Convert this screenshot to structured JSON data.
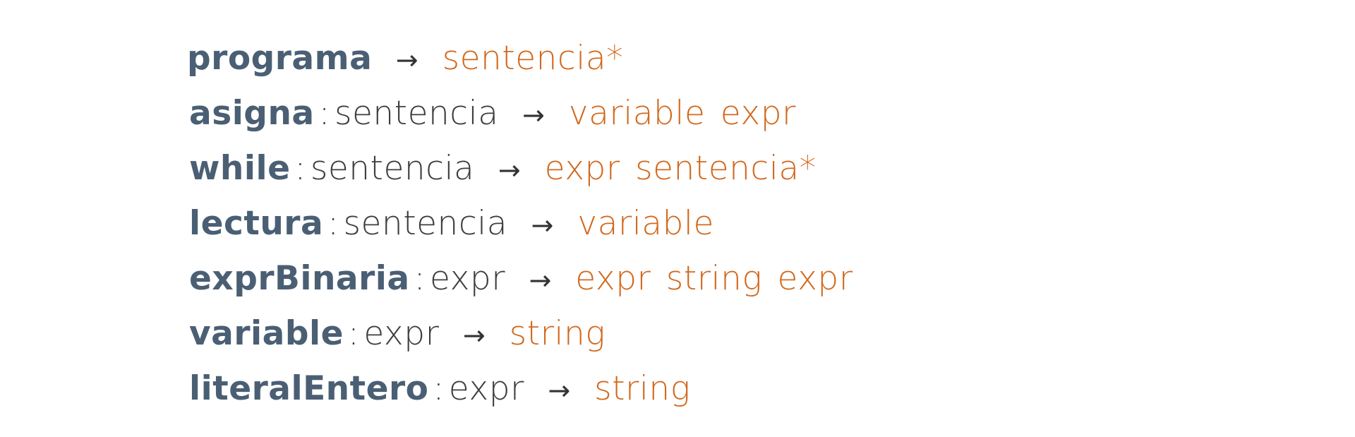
{
  "rules": [
    {
      "name": "programa",
      "separator": "",
      "parent": "",
      "arrow": "→",
      "rhs": "sentencia*"
    },
    {
      "name": "asigna",
      "separator": ":",
      "parent": "sentencia",
      "arrow": "→",
      "rhs": "variable expr"
    },
    {
      "name": "while",
      "separator": ":",
      "parent": "sentencia",
      "arrow": "→",
      "rhs": "expr sentencia*"
    },
    {
      "name": "lectura",
      "separator": ":",
      "parent": "sentencia",
      "arrow": "→",
      "rhs": "variable"
    },
    {
      "name": "exprBinaria",
      "separator": ":",
      "parent": "expr",
      "arrow": "→",
      "rhs": "expr string expr"
    },
    {
      "name": "variable",
      "separator": ":",
      "parent": "expr",
      "arrow": "→",
      "rhs": "string"
    },
    {
      "name": "literalEntero",
      "separator": ":",
      "parent": "expr",
      "arrow": "→",
      "rhs": "string"
    }
  ],
  "colors": {
    "node_name": "#4a5f74",
    "parent": "#3d3d3d",
    "rhs": "#d2691e"
  }
}
